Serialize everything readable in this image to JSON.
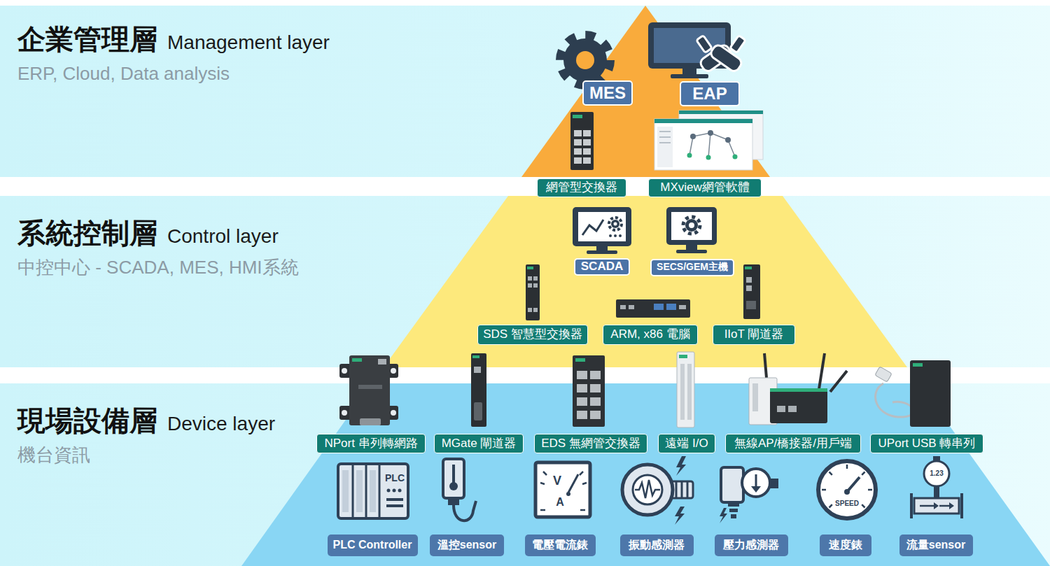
{
  "diagram": {
    "nodes": [
      {
        "text": [
          "企業管理層",
          "Management layer",
          "ERP, Cloud, Data analysis"
        ]
      },
      {
        "text": [
          "MES"
        ]
      },
      {
        "text": [
          "EAP"
        ]
      },
      {
        "text": [
          "網管型交換器"
        ]
      },
      {
        "text": [
          "MXview網管軟體"
        ]
      },
      {
        "text": [
          "系統控制層",
          "Control layer",
          "中控中心 - SCADA, MES, HMI系統"
        ]
      },
      {
        "text": [
          "SCADA"
        ]
      },
      {
        "text": [
          "SECS/GEM主機"
        ]
      },
      {
        "text": [
          "SDS 智慧型交換器"
        ]
      },
      {
        "text": [
          "ARM, x86 電腦"
        ]
      },
      {
        "text": [
          "IIoT 閘道器"
        ]
      },
      {
        "text": [
          "現場設備層",
          "Device layer",
          "機台資訊"
        ]
      },
      {
        "text": [
          "NPort 串列轉網路"
        ]
      },
      {
        "text": [
          "MGate 閘道器"
        ]
      },
      {
        "text": [
          "EDS 無網管交換器"
        ]
      },
      {
        "text": [
          "遠端 I/O"
        ]
      },
      {
        "text": [
          "無線AP/橋接器/用戶端"
        ]
      },
      {
        "text": [
          "UPort USB 轉串列"
        ]
      },
      {
        "text": [
          "PLC Controller"
        ]
      },
      {
        "text": [
          "溫控sensor"
        ]
      },
      {
        "text": [
          "電壓電流錶"
        ]
      },
      {
        "text": [
          "振動感測器"
        ]
      },
      {
        "text": [
          "壓力感測器"
        ]
      },
      {
        "text": [
          "速度錶"
        ]
      },
      {
        "text": [
          "流量sensor"
        ]
      }
    ],
    "labels": [
      "PLC",
      "V",
      "A",
      "SPEED",
      "1.23"
    ]
  }
}
